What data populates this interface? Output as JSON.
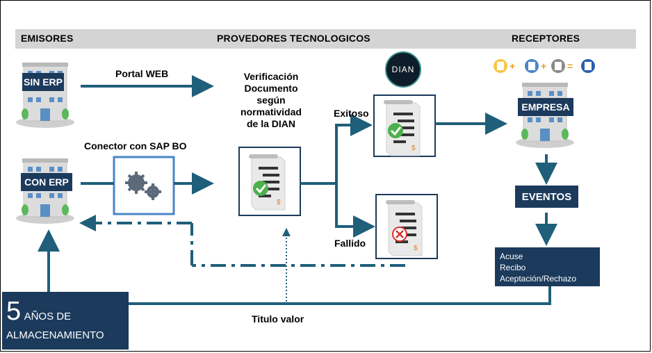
{
  "headers": {
    "emisores": "EMISORES",
    "proveedores": "PROVEDORES TECNOLOGICOS",
    "receptores": "RECEPTORES"
  },
  "senders": {
    "sin_erp": "SIN ERP",
    "con_erp": "CON ERP"
  },
  "labels": {
    "portal_web": "Portal WEB",
    "conector": "Conector con SAP BO",
    "verificacion": [
      "Verificación",
      "Documento",
      "según",
      "normatividad",
      "de la DIAN"
    ],
    "exitoso": "Exitoso",
    "fallido": "Fallido",
    "titulo_valor": "Titulo valor"
  },
  "dian_logo": "DIAN",
  "receivers": {
    "empresa": "EMPRESA",
    "eventos": "EVENTOS",
    "event_items": [
      "Acuse",
      "Recibo",
      "Aceptación/Rechazo"
    ]
  },
  "storage": {
    "number": "5",
    "text_1": "AÑOS DE",
    "text_2": "ALMACENAMIENTO"
  },
  "colors": {
    "arrow": "#1f5f7a",
    "navy": "#1b3a5c",
    "header_bar": "#d4d4d4",
    "success": "#4cb04c",
    "error": "#d9302a",
    "conector_border": "#4a86c8"
  }
}
